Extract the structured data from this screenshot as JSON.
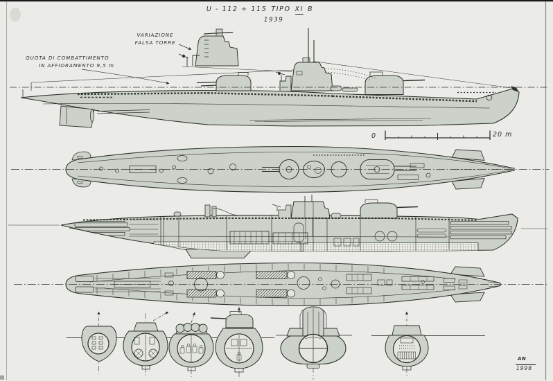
{
  "title": {
    "designation": "U - 112 ÷ 115",
    "type_word": "TIPO",
    "class_roman": "XI",
    "class_letter": "B",
    "year": "1939"
  },
  "annotations": {
    "variant_tower": {
      "line1": "VARIAZIONE",
      "line2": "FALSA TORRE"
    },
    "combat_trim": {
      "line1": "QUOTA DI COMBATTIMENTO",
      "line2": "IN AFFIORAMENTO 9,5 m"
    }
  },
  "scale_bar": {
    "start_label": "0",
    "end_label": "20 m"
  },
  "signature": {
    "initials": "AN",
    "year": "1998"
  },
  "colors": {
    "background": "#ebece7",
    "hull": "#ccd2ca",
    "interior": "#e4e6df",
    "ink": "#2f322c"
  }
}
